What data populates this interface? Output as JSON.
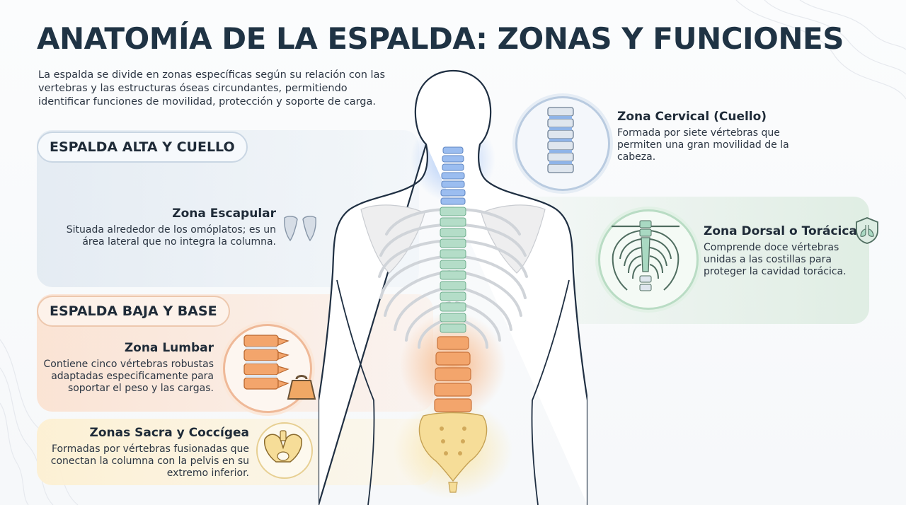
{
  "title": "ANATOMÍA DE LA ESPALDA: ZONAS Y FUNCIONES",
  "intro": "La espalda se divide en zonas específicas según su relación con las vertebras y las estructuras óseas circundantes, permitiendo identificar funciones de movilidad, protección y soporte de carga.",
  "sections": {
    "upper": "ESPALDA ALTA Y CUELLO",
    "lower": "ESPALDA BAJA Y BASE"
  },
  "zones": {
    "escapular": {
      "title": "Zona Escapular",
      "desc": "Situada alrededor de los omóplatos; es un área lateral que no integra la columna.",
      "icon": "scapula-icon"
    },
    "lumbar": {
      "title": "Zona Lumbar",
      "desc": "Contiene cinco vértebras robustas adaptadas especificamente para soportar el peso y las cargas.",
      "icon": "lumbar-vertebrae-icon"
    },
    "sacra": {
      "title": "Zonas Sacra y Coccígea",
      "desc": "Formadas por vértebras fusionadas que conectan la columna con la pelvis en su extremo inferior.",
      "icon": "pelvis-icon"
    },
    "cervical": {
      "title": "Zona Cervical (Cuello)",
      "desc": "Formada por siete vértebras que permiten una gran movilidad de la cabeza.",
      "icon": "cervical-vertebrae-icon"
    },
    "dorsal": {
      "title": "Zona Dorsal o Torácica",
      "desc": "Comprende doce vértebras unidas a las costillas para proteger la cavidad torácica.",
      "icon": "ribcage-icon"
    }
  },
  "colors": {
    "title": "#1f3344",
    "cervical": "#8fb4e8",
    "dorsal": "#a9d9c2",
    "lumbar": "#f3a36a",
    "sacral": "#f5dd9a",
    "outline": "#1f2f42"
  }
}
